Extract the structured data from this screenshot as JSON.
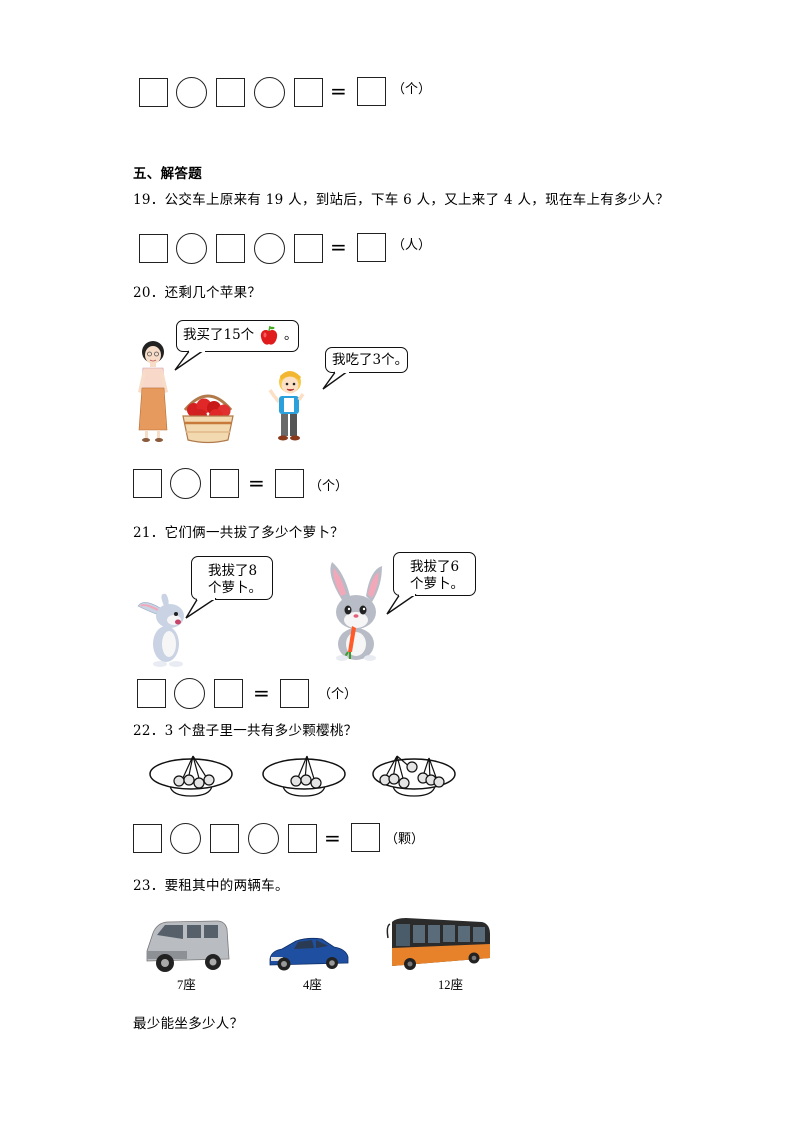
{
  "q18_answer": {
    "unit": "（个）",
    "equals": "="
  },
  "section": {
    "title": "五、解答题"
  },
  "q19": {
    "question": "19．公交车上原来有 19 人，到站后，下车 6 人，又上来了 4 人，现在车上有多少人？",
    "unit": "（人）",
    "equals": "="
  },
  "q20": {
    "question": "20．还剩几个苹果？",
    "mother_speech_prefix": "我买了15个",
    "mother_speech_suffix": "。",
    "boy_speech": "我吃了3个。",
    "unit": "（个）",
    "equals": "="
  },
  "q21": {
    "question": "21．它们俩一共拔了多少个萝卜？",
    "rabbit1_speech_line1": "我拔了8",
    "rabbit1_speech_line2": "个萝卜。",
    "rabbit2_speech_line1": "我拔了6",
    "rabbit2_speech_line2": "个萝卜。",
    "unit": "（个）",
    "equals": "="
  },
  "q22": {
    "question": "22．3 个盘子里一共有多少颗樱桃？",
    "plates": [
      {
        "cherries": 4
      },
      {
        "cherries": 3
      },
      {
        "cherries": 7
      }
    ],
    "unit": "（颗）",
    "equals": "="
  },
  "q23": {
    "question": "23．要租其中的两辆车。",
    "vehicles": [
      {
        "type": "van",
        "seats_label": "7座",
        "color": "#b9bcc0"
      },
      {
        "type": "sedan",
        "seats_label": "4座",
        "color": "#1f4fa0"
      },
      {
        "type": "bus",
        "seats_label": "12座",
        "color": "#e8822a"
      }
    ],
    "followup": "最少能坐多少人？"
  }
}
